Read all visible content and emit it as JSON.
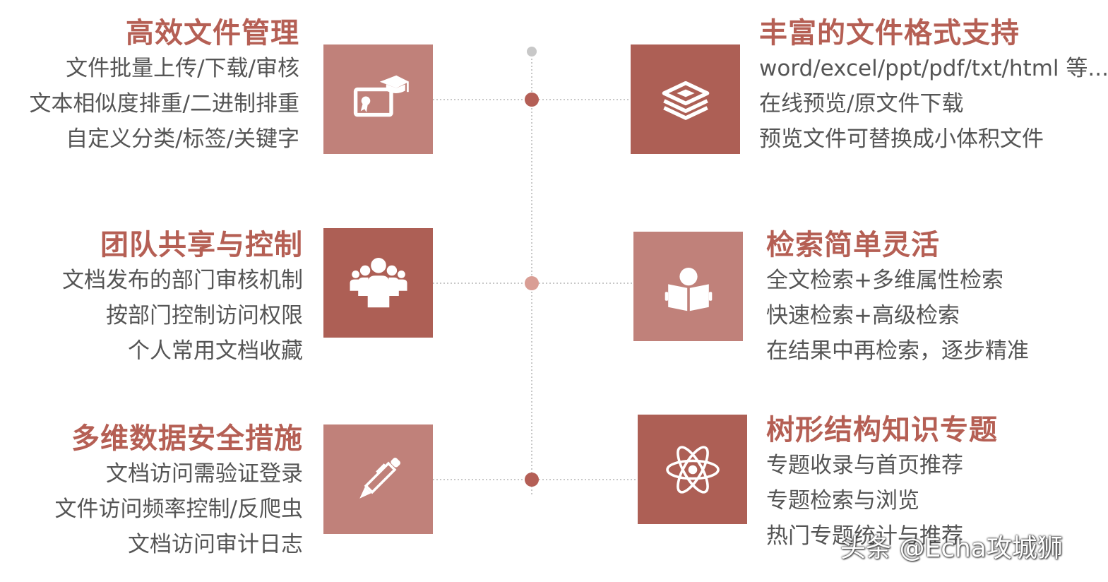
{
  "colors": {
    "title": "#b55f54",
    "tile_light": "#c0817a",
    "tile_dark": "#ad5f55",
    "dot_dark": "#b45f56",
    "dot_light": "#d99e95",
    "dot_top": "#c8c8c8",
    "connector": "#c8c8c8",
    "text": "#555555"
  },
  "features": [
    {
      "side": "left",
      "icon": "diploma-graduation-cap-icon",
      "tile_tone": "tile_light",
      "dot_tone": "dot_dark",
      "title": "高效文件管理",
      "lines": [
        "文件批量上传/下载/审核",
        "文本相似度排重/二进制排重",
        "自定义分类/标签/关键字"
      ]
    },
    {
      "side": "right",
      "icon": "stacked-layers-icon",
      "tile_tone": "tile_dark",
      "dot_tone": "dot_dark",
      "title": "丰富的文件格式支持",
      "lines": [
        "word/excel/ppt/pdf/txt/html 等...",
        "在线预览/原文件下载",
        "预览文件可替换成小体积文件"
      ]
    },
    {
      "side": "left",
      "icon": "team-people-icon",
      "tile_tone": "tile_dark",
      "dot_tone": "dot_light",
      "title": "团队共享与控制",
      "lines": [
        "文档发布的部门审核机制",
        "按部门控制访问权限",
        "个人常用文档收藏"
      ]
    },
    {
      "side": "right",
      "icon": "person-reading-book-icon",
      "tile_tone": "tile_light",
      "dot_tone": "dot_light",
      "title": "检索简单灵活",
      "lines": [
        "全文检索+多维属性检索",
        "快速检索+高级检索",
        "在结果中再检索，逐步精准"
      ]
    },
    {
      "side": "left",
      "icon": "pen-icon",
      "tile_tone": "tile_light",
      "dot_tone": "dot_dark",
      "title": "多维数据安全措施",
      "lines": [
        "文档访问需验证登录",
        "文件访问频率控制/反爬虫",
        "文档访问审计日志"
      ]
    },
    {
      "side": "right",
      "icon": "atom-icon",
      "tile_tone": "tile_dark",
      "dot_tone": "dot_dark",
      "title": "树形结构知识专题",
      "lines": [
        "专题收录与首页推荐",
        "专题检索与浏览",
        "热门专题统计与推荐"
      ]
    }
  ],
  "watermark": "头条 @Echa攻城狮"
}
